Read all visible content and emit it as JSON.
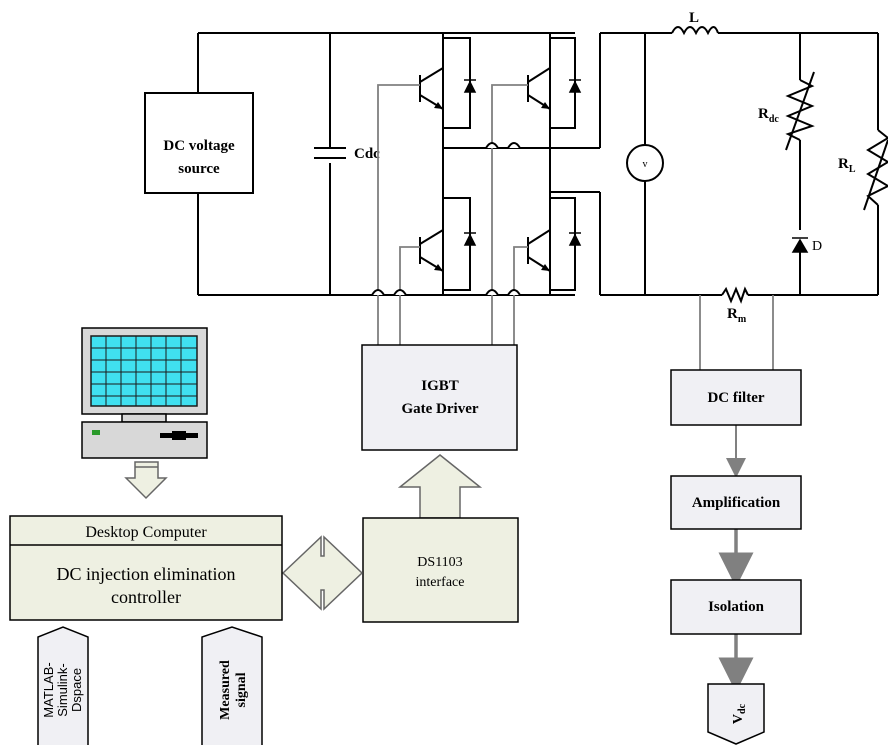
{
  "circuit": {
    "dc_source_line1": "DC voltage",
    "dc_source_line2": "source",
    "capacitor": "Cdc",
    "inductor": "L",
    "voltmeter": "v",
    "r_dc_main": "R",
    "r_dc_sub": "dc",
    "r_load_main": "R",
    "r_load_sub": "L",
    "diode": "D",
    "r_m_main": "R",
    "r_m_sub": "m"
  },
  "blocks": {
    "igbt_line1": "IGBT",
    "igbt_line2": "Gate Driver",
    "dc_filter": "DC filter",
    "amplification": "Amplification",
    "isolation": "Isolation",
    "vdc_main": "V",
    "vdc_sub": "dc",
    "desktop_title": "Desktop Computer",
    "controller_line1": "DC injection elimination",
    "controller_line2": "controller",
    "ds1103_line1": "DS1103",
    "ds1103_line2": "interface",
    "matlab_line1": "MATLAB-",
    "matlab_line2": "Simulink-",
    "matlab_line3": "Dspace",
    "measured_line1": "Measured",
    "measured_line2": "signal"
  },
  "colors": {
    "wire": "#000000",
    "gray_wire": "#808080",
    "block_fill": "#f0f0f4",
    "controller_fill": "#eef0e2",
    "screen_fill": "#40e0f0",
    "screen_border": "#1a1a1a",
    "arrow_fill": "#eef0e2"
  }
}
